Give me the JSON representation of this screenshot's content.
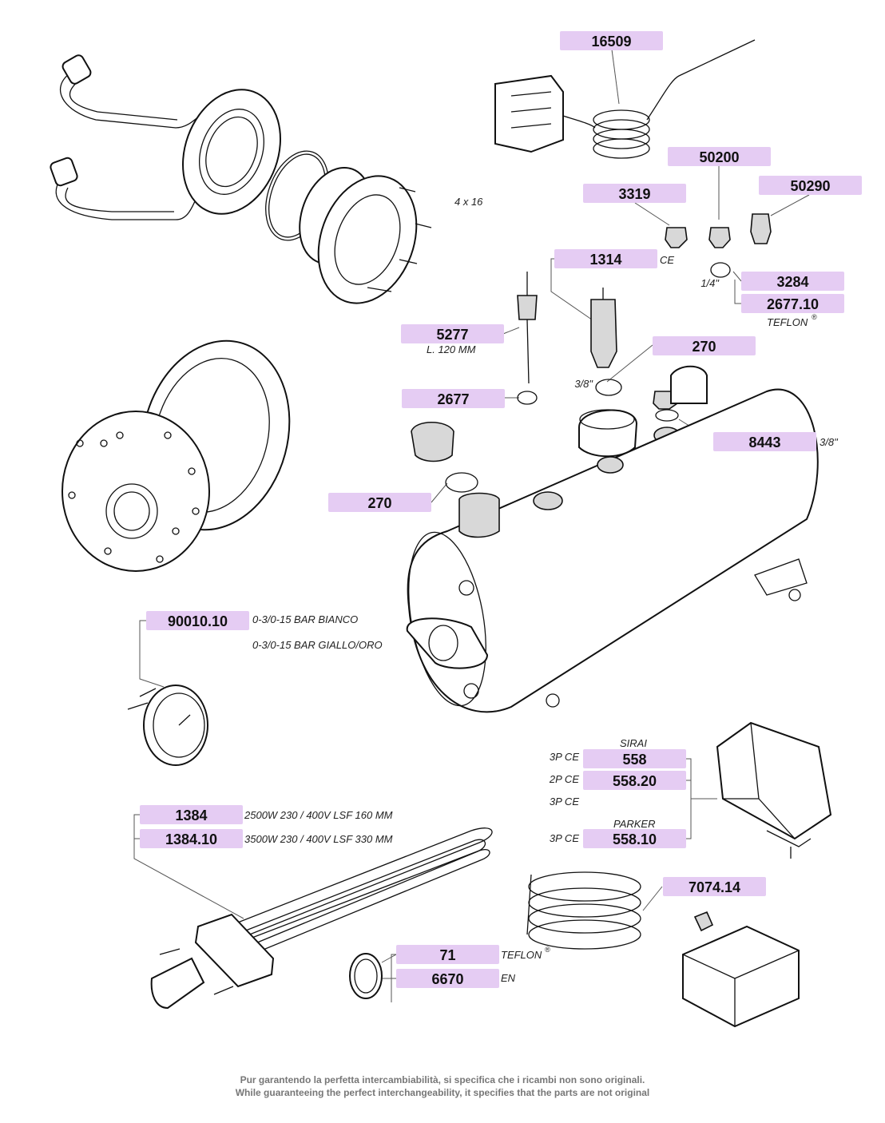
{
  "labels": {
    "l16509": "16509",
    "l50200": "50200",
    "l3319": "3319",
    "l50290": "50290",
    "l1314": "1314",
    "l3284": "3284",
    "l2677_10": "2677.10",
    "l5277": "5277",
    "l270a": "270",
    "l2677": "2677",
    "l8443": "8443",
    "l270b": "270",
    "l90010_10": "90010.10",
    "l558": "558",
    "l558_20": "558.20",
    "l558_10": "558.10",
    "l1384": "1384",
    "l1384_10": "1384.10",
    "l7074_14": "7074.14",
    "l71": "71",
    "l6670": "6670"
  },
  "notes": {
    "screws": "4 x 16",
    "ce_1314": "CE",
    "quarter": "1/4\"",
    "teflon_2677": "TEFLON",
    "reg": "®",
    "l120": "L. 120 MM",
    "three_eighths_a": "3/8\"",
    "three_eighths_b": "3/8\"",
    "bar_bianco": "0-3/0-15  BAR  BIANCO",
    "bar_giallo": "0-3/0-15  BAR  GIALLO/ORO",
    "sirai": "SIRAI",
    "p558": "3P CE",
    "p558_20": "2P CE",
    "p_extra": "3P CE",
    "parker": "PARKER",
    "p558_10": "3P CE",
    "spec_1384": "2500W   230 / 400V   LSF 160 MM",
    "spec_1384_10": "3500W   230 / 400V   LSF 330 MM",
    "teflon_71": "TEFLON",
    "en_6670": "EN"
  },
  "footer": {
    "it": "Pur garantendo la perfetta intercambiabilità, si specifica che i ricambi non sono originali.",
    "en": "While guaranteeing the perfect interchangeability, it specifies that the parts are not original"
  },
  "colors": {
    "label_fill": "#e5ccf3",
    "footer_text": "#777777"
  }
}
